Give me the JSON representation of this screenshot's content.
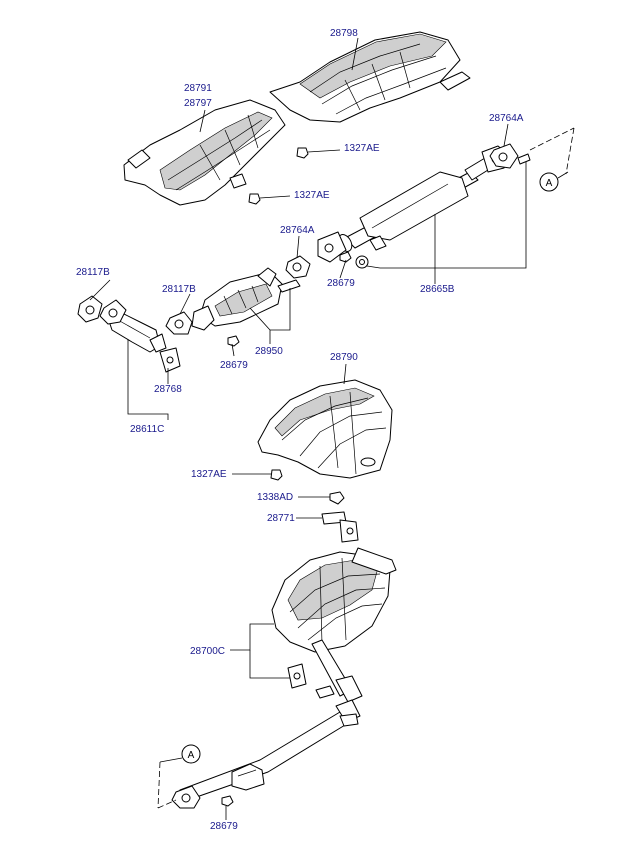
{
  "labels": {
    "p28798": "28798",
    "p28791": "28791",
    "p28797": "28797",
    "p28764a_top": "28764A",
    "p1327ae_a": "1327AE",
    "p1327ae_b": "1327AE",
    "p1327ae_c": "1327AE",
    "p28764a_mid": "28764A",
    "p28117b_left": "28117B",
    "p28117b_mid": "28117B",
    "p28679_a": "28679",
    "p28679_b": "28679",
    "p28679_c": "28679",
    "p28665b": "28665B",
    "p28950": "28950",
    "p28768": "28768",
    "p28611c": "28611C",
    "p28790": "28790",
    "p1338ad": "1338AD",
    "p28771": "28771",
    "p28700c": "28700C",
    "ref_a_top": "A",
    "ref_a_bottom": "A"
  },
  "colors": {
    "label_text": "#1a1a8c",
    "line": "#000000",
    "shading": "#cfcfcf"
  }
}
